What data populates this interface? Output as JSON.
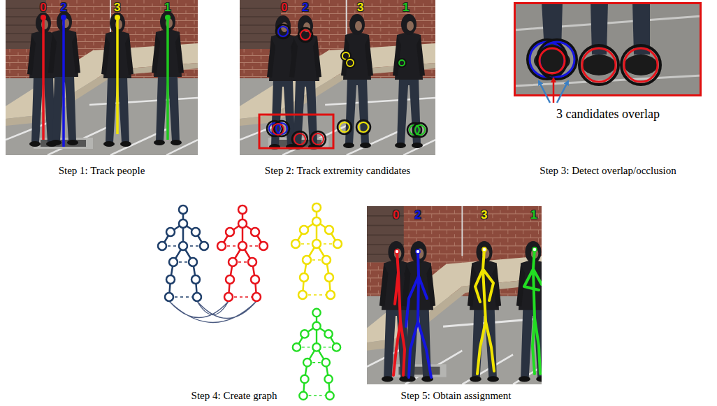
{
  "diagram": {
    "nodes": [
      {
        "text": [
          "Step 1: Track people"
        ]
      },
      {
        "text": [
          "Step 2: Track extremity candidates"
        ]
      },
      {
        "text": [
          "3 candidates overlap",
          "Step 3: Detect overlap/occlusion"
        ]
      },
      {
        "text": [
          "Step 4: Create graph"
        ]
      },
      {
        "text": [
          "Step 5: Obtain assignment"
        ]
      }
    ],
    "labels": [
      "0",
      "2",
      "3",
      "1",
      "0",
      "2",
      "3",
      "1",
      "0",
      "2",
      "3",
      "1"
    ]
  }
}
